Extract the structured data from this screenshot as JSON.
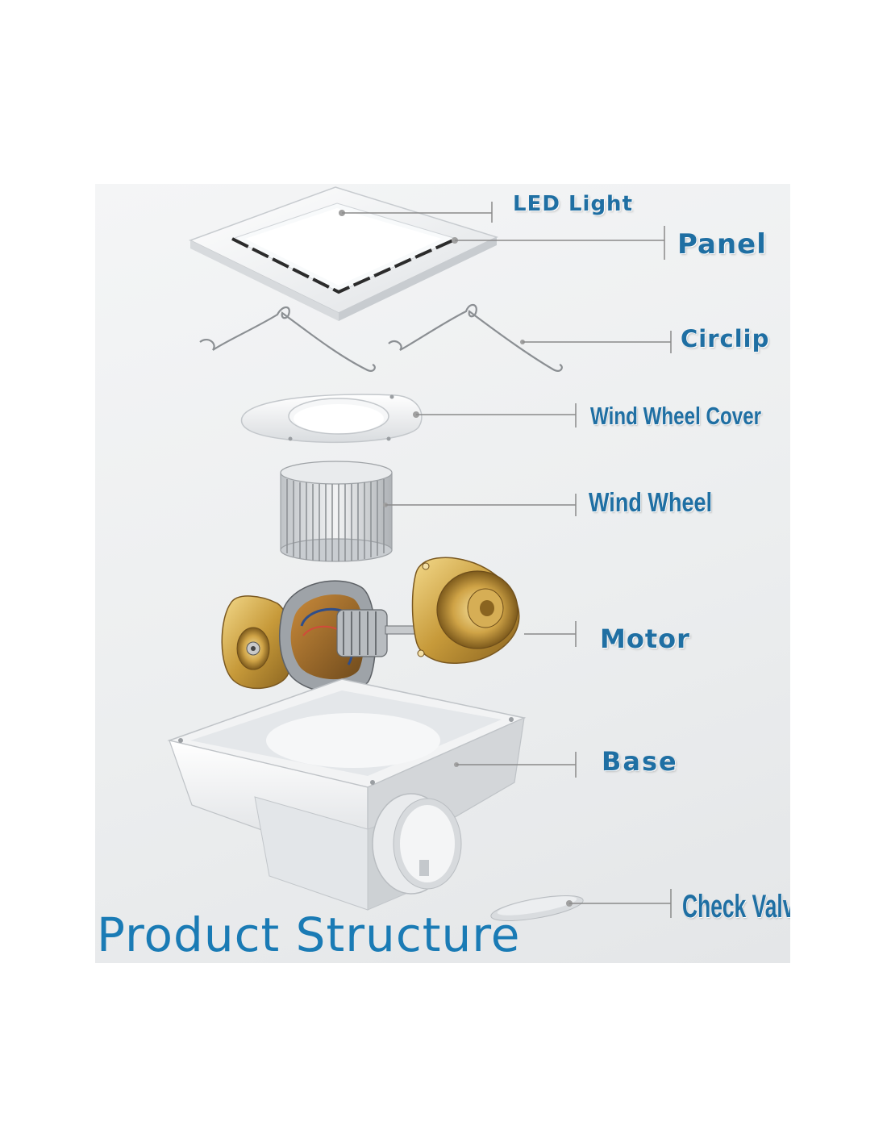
{
  "labels": {
    "led_light": "LED Light",
    "panel": "Panel",
    "circlip": "Circlip",
    "wind_wheel_cover": "Wind Wheel Cover",
    "wind_wheel": "Wind Wheel",
    "motor": "Motor",
    "base": "Base",
    "check_valve": "Check Valve"
  },
  "title": "Product Structure",
  "colors": {
    "label_text": "#1f6fa3",
    "title_text": "#1a7bb5",
    "leader_line": "#8a8a8a",
    "background": "#eceeef"
  }
}
